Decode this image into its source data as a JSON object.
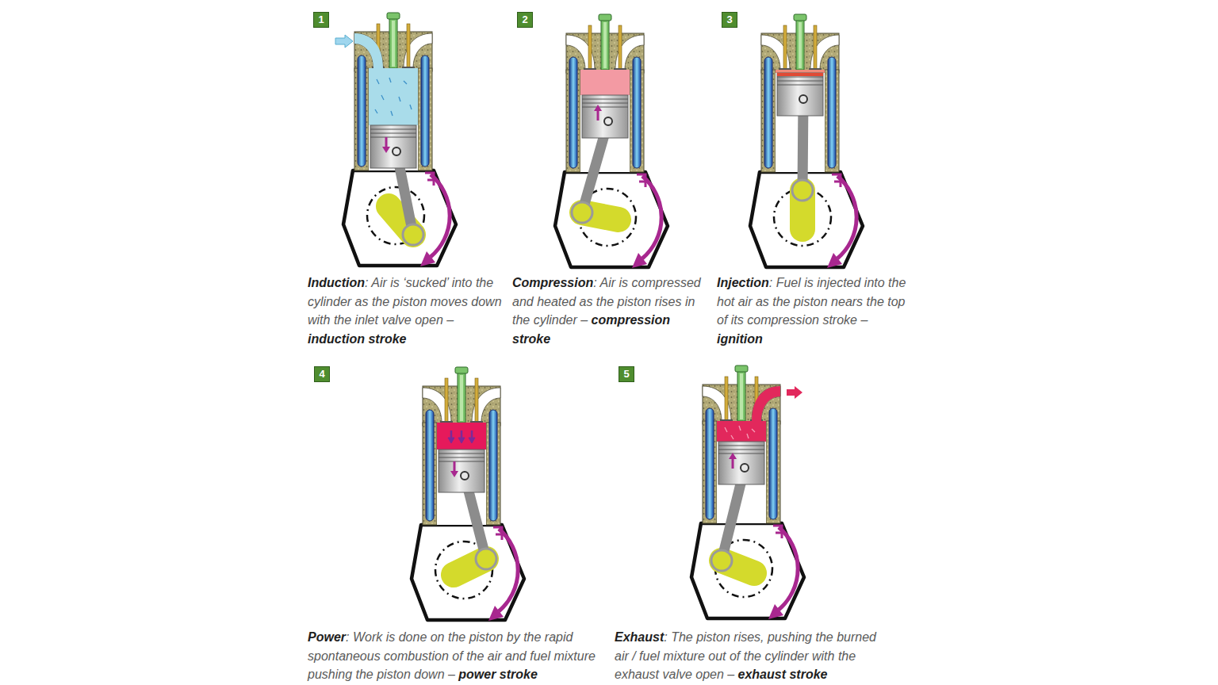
{
  "diagram": {
    "nodes": [
      {
        "text": [
          "1"
        ]
      },
      {
        "text": [
          "2"
        ]
      },
      {
        "text": [
          "3"
        ]
      },
      {
        "text": [
          "4"
        ]
      },
      {
        "text": [
          "5"
        ]
      }
    ],
    "labels": [
      "Induction",
      ": Air is ‘sucked’ into the cylinder as the piston moves down with the inlet valve open –",
      "induction stroke",
      "Compression",
      ": Air is compressed and heated as the piston rises in the cylinder –",
      "compression stroke",
      "Injection",
      ": Fuel is injected into the hot air as the piston nears the top of its compression stroke –",
      "ignition",
      "Power",
      ": Work is done on the piston by the rapid spontaneous combustion of the air and fuel mixture pushing the piston down –",
      "power stroke",
      "Exhaust",
      ": The piston rises, pushing the burned air / fuel mixture out of the cylinder with the exhaust valve open –",
      "exhaust stroke"
    ]
  }
}
